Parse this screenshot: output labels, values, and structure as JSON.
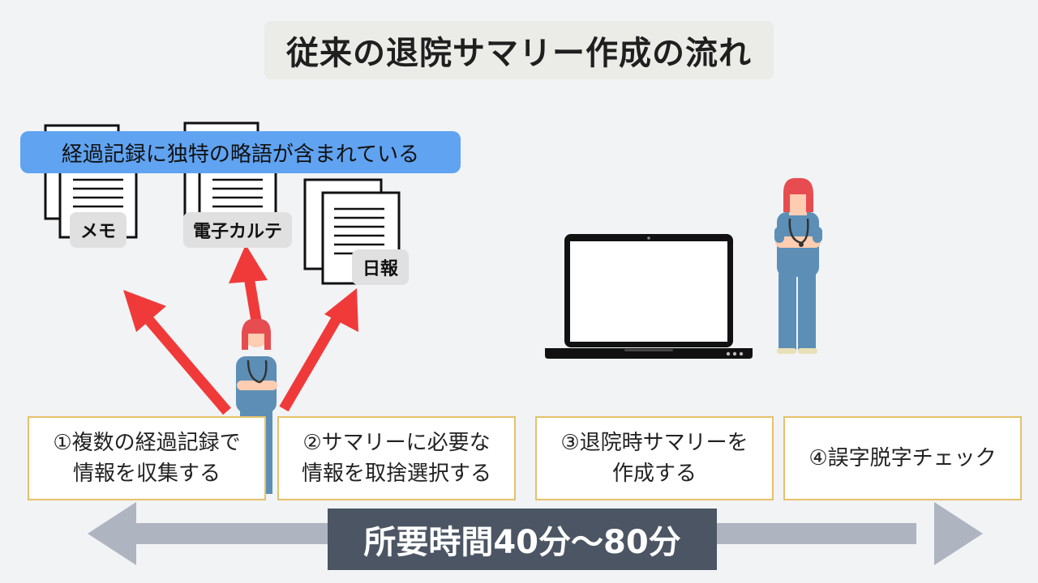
{
  "title": "従来の退院サマリー作成の流れ",
  "banner": "経過記録に独特の略語が含まれている",
  "documents": [
    {
      "label": "メモ"
    },
    {
      "label": "電子カルテ"
    },
    {
      "label": "日報"
    }
  ],
  "steps": [
    {
      "text": "①複数の経過記録で\n情報を収集する"
    },
    {
      "text": "②サマリーに必要な\n情報を取捨選択する"
    },
    {
      "text": "③退院時サマリーを\n作成する"
    },
    {
      "text": "④誤字脱字チェック"
    }
  ],
  "time": "所要時間40分〜80分",
  "colors": {
    "arrow_red": "#f03a3a",
    "banner_blue": "#60a3f1",
    "step_border": "#e6c16a",
    "time_arrow": "#aeb5c1",
    "time_bar": "#4b5563"
  }
}
